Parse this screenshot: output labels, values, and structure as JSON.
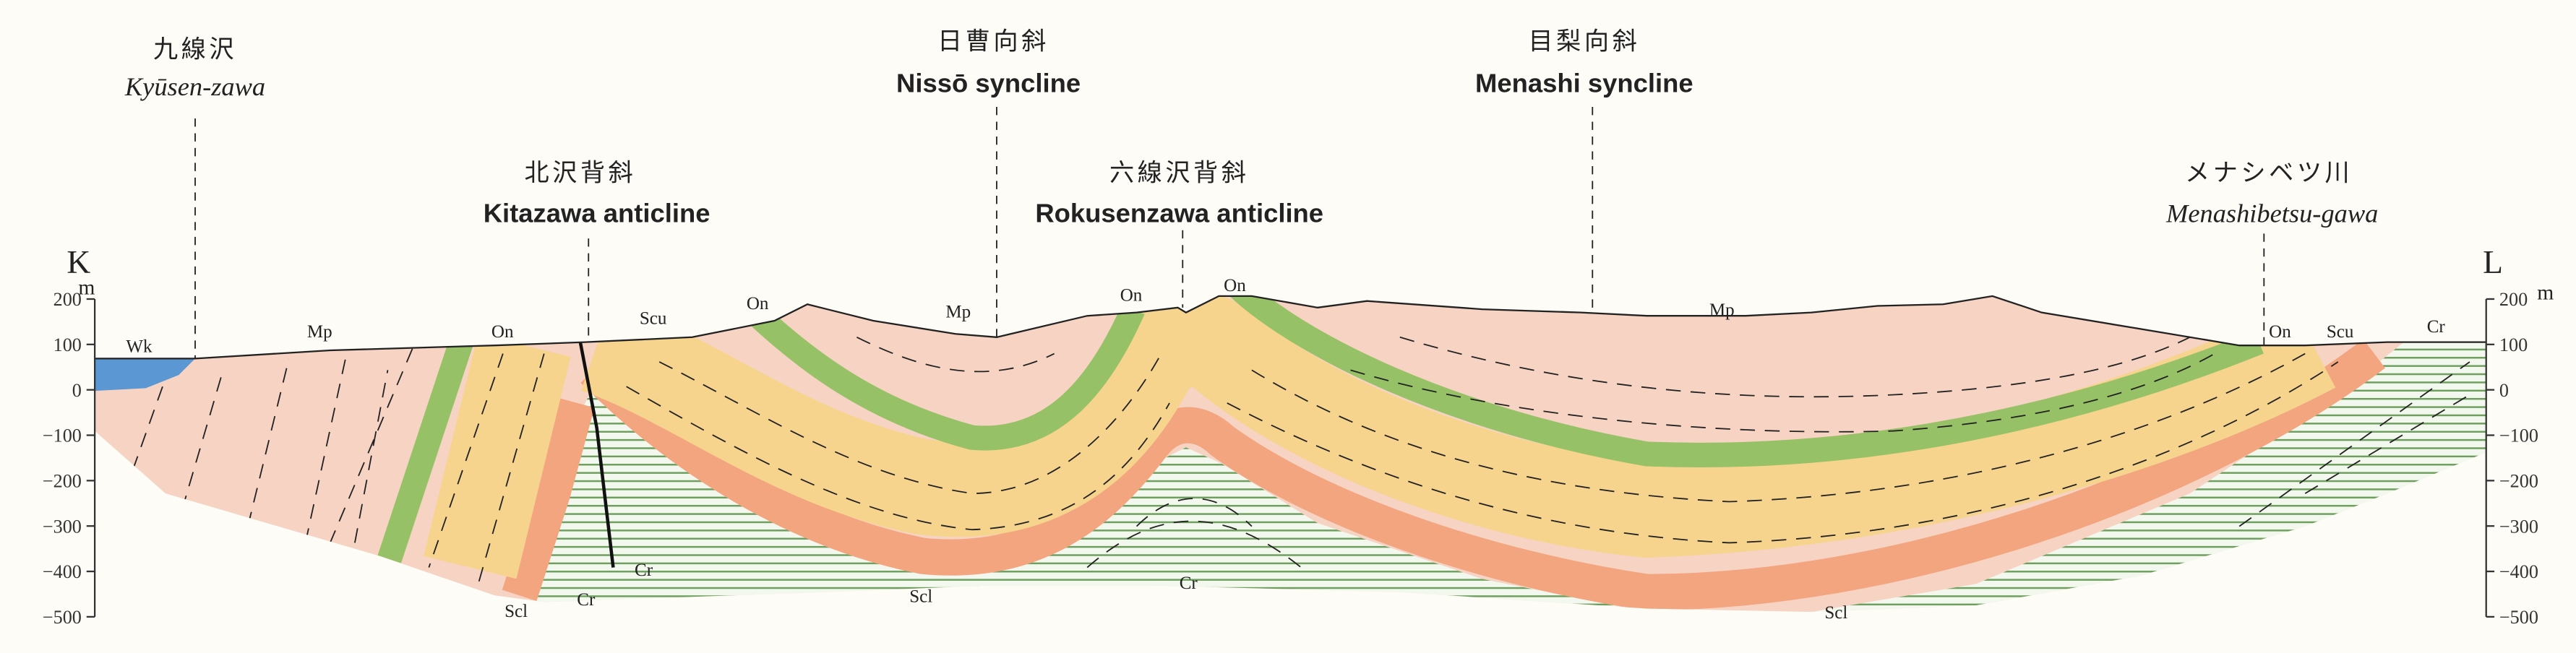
{
  "section": {
    "left_end": "K",
    "right_end": "L",
    "unit": "m"
  },
  "axis": {
    "ticks": [
      200,
      100,
      0,
      -100,
      -200,
      -300,
      -400,
      -500
    ],
    "tick_labels": [
      "200",
      "100",
      "0",
      "−100",
      "−200",
      "−300",
      "−400",
      "−500"
    ]
  },
  "localities": [
    {
      "jp": "九線沢",
      "en": "Kyūsen-zawa"
    },
    {
      "jp": "北沢背斜",
      "en": "Kitazawa anticline"
    },
    {
      "jp": "日曹向斜",
      "en": "Nissō syncline"
    },
    {
      "jp": "六線沢背斜",
      "en": "Rokusenzawa anticline"
    },
    {
      "jp": "目梨向斜",
      "en": "Menashi syncline"
    },
    {
      "jp": "メナシベツ川",
      "en": "Menashibetsu-gawa"
    }
  ],
  "units": {
    "Wk": "Wk",
    "Mp": "Mp",
    "On": "On",
    "Scu": "Scu",
    "Scl": "Scl",
    "Cr": "Cr"
  },
  "colors": {
    "Wk": "#5b97d2",
    "Mp": "#f6d3c2",
    "On": "#97c167",
    "Scu": "#f7d48e",
    "Scl": "#f2a57f",
    "Cr": "#6f9f5f"
  }
}
